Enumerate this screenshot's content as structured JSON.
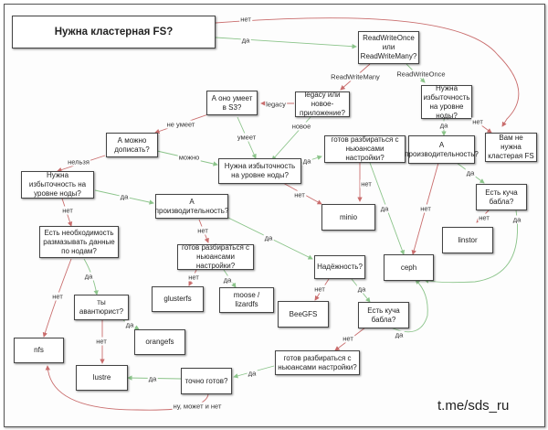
{
  "colors": {
    "yes_edge": "#8bc48a",
    "no_edge": "#c96d6d",
    "border": "#444444"
  },
  "nodes": {
    "need_cluster_fs": "Нужна кластерная FS?",
    "rwo_or_rwm": "ReadWriteOnce или ReadWriteMany?",
    "legacy_or_new": "legacy или новое-приложение?",
    "can_s3": "А оно умеет в S3?",
    "can_patch": "А можно дописать?",
    "need_redundancy_center": "Нужна избыточность на уровне ноды?",
    "ready_tuning_top": "готов разбираться с ньюансами настройки?",
    "need_redundancy_rwo": "Нужна избыточность на уровне ноды?",
    "no_need": "Вам не нужна кластерая FS",
    "performance_right": "А производительность?",
    "lots_of_money_right": "Есть куча бабла?",
    "need_redundancy_left": "Нужна избыточность на уровне ноды?",
    "performance_left": "А производительность?",
    "minio": "minio",
    "linstor": "linstor",
    "ceph": "ceph",
    "spread_data": "Есть необходимость размазывать данные по нодам?",
    "ready_tuning_mid": "готов разбираться с ньюансами настройки?",
    "reliability": "Надёжность?",
    "glusterfs": "glusterfs",
    "moose": "moose / lizardfs",
    "beegfs": "BeeGFS",
    "adventurer": "ты авантюрист?",
    "lots_of_money_bottom": "Есть куча бабла?",
    "orangefs": "orangefs",
    "nfs": "nfs",
    "lustre": "lustre",
    "ready_tuning_bottom": "готов разбираться с ньюансами настройки?",
    "really_ready": "точно готов?"
  },
  "edge_labels": {
    "no_top": "нет",
    "yes_top": "да",
    "rwm": "ReadWriteMany",
    "rwo": "ReadWriteOnce",
    "legacy": "legacy",
    "new": "новое",
    "cannot": "не умеет",
    "can": "умеет",
    "can_patch": "можно",
    "cannot_patch": "нельзя",
    "yes_center": "да",
    "no_center": "нет",
    "no_tuning_top": "нет",
    "yes_tuning_top": "да",
    "yes_rwo": "да",
    "no_rwo": "нет",
    "no_perf_right": "нет",
    "yes_perf_right": "да",
    "no_money_right": "нет",
    "yes_money_right": "да",
    "yes_left": "да",
    "no_left": "нет",
    "no_perf_left": "нет",
    "yes_perf_left": "да",
    "no_tuning_mid": "нет",
    "yes_tuning_mid": "да",
    "no_rel": "нет",
    "yes_rel": "да",
    "yes_spread": "да",
    "no_spread": "нет",
    "yes_adv": "да",
    "no_adv": "нет",
    "no_money_bottom": "нет",
    "yes_money_bottom": "да",
    "yes_tuning_bottom": "да",
    "yes_really": "да",
    "maybe_not": "ну, может и нет"
  },
  "brand": "t.me/sds_ru"
}
